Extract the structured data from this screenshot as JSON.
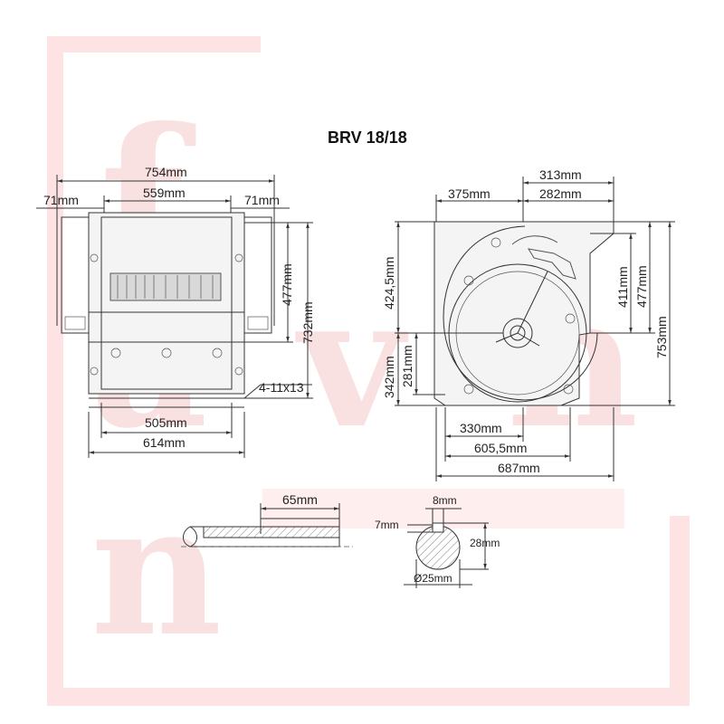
{
  "title": "BRV 18/18",
  "watermark": {
    "letters": [
      "f",
      "a",
      "v",
      "n",
      "n"
    ],
    "color": "#f7c9c9"
  },
  "front_view": {
    "overall_width": "754mm",
    "inner_width": "559mm",
    "left_flange": "71mm",
    "right_flange": "71mm",
    "height_upper": "477mm",
    "height_total": "732mm",
    "holes": "4-11x13",
    "base_inner": "505mm",
    "base_outer": "614mm"
  },
  "side_view": {
    "outlet_total": "313mm",
    "outlet_inner": "282mm",
    "outlet_offset": "375mm",
    "height_left": "424,5mm",
    "height_right_inner": "411mm",
    "height_right_outer": "477mm",
    "height_total": "753mm",
    "lower_outer": "342mm",
    "lower_inner": "281mm",
    "base_inner": "330mm",
    "base_mid": "605,5mm",
    "base_total": "687mm"
  },
  "shaft_view": {
    "key_length": "65mm"
  },
  "key_section": {
    "key_width": "8mm",
    "key_depth": "7mm",
    "shaft_height": "28mm",
    "shaft_diameter": "Ø25mm"
  }
}
